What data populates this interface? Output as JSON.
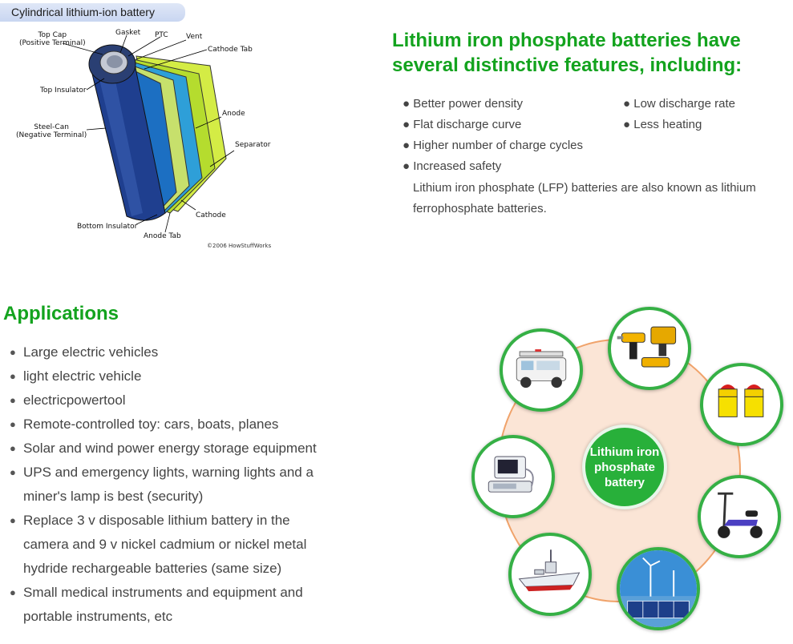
{
  "diagram": {
    "title": "Cylindrical lithium-ion battery",
    "labels": {
      "top_cap": "Top Cap",
      "top_cap_sub": "(Positive Terminal)",
      "gasket": "Gasket",
      "ptc": "PTC",
      "vent": "Vent",
      "cathode_tab": "Cathode Tab",
      "top_insulator": "Top Insulator",
      "anode": "Anode",
      "steel_can": "Steel-Can",
      "steel_can_sub": "(Negative Terminal)",
      "separator": "Separator",
      "cathode": "Cathode",
      "bottom_insulator": "Bottom Insulator",
      "anode_tab": "Anode Tab"
    },
    "copyright": "©2006 HowStuffWorks"
  },
  "features": {
    "title_line1": "Lithium iron phosphate batteries have",
    "title_line2": "several distinctive features, including:",
    "items_left": [
      "● Better power density",
      "● Flat discharge curve",
      "● Higher number of charge cycles",
      "● Increased safety"
    ],
    "items_right": [
      "● Low discharge rate",
      "● Less heating"
    ],
    "note": "Lithium iron phosphate (LFP) batteries are also known as lithium ferrophosphate batteries."
  },
  "applications": {
    "title": "Applications",
    "items": [
      "Large electric vehicles",
      "light electric vehicle",
      "electricpowertool",
      "Remote-controlled toy: cars, boats, planes",
      "Solar and wind power energy storage equipment",
      "UPS and emergency lights, warning lights and a miner's lamp is best (security)",
      "Replace 3 v disposable lithium battery in the camera and 9 v nickel cadmium or nickel metal hydride rechargeable batteries (same size)",
      "Small medical instruments and equipment and portable instruments, etc"
    ]
  },
  "cycle": {
    "hub_label": "Lithium iron phosphate battery",
    "nodes": [
      "electric-vehicle-icon",
      "power-tools-icon",
      "warning-lights-icon",
      "electric-scooter-icon",
      "solar-wind-icon",
      "rc-ship-icon",
      "medical-ultrasound-icon"
    ]
  }
}
